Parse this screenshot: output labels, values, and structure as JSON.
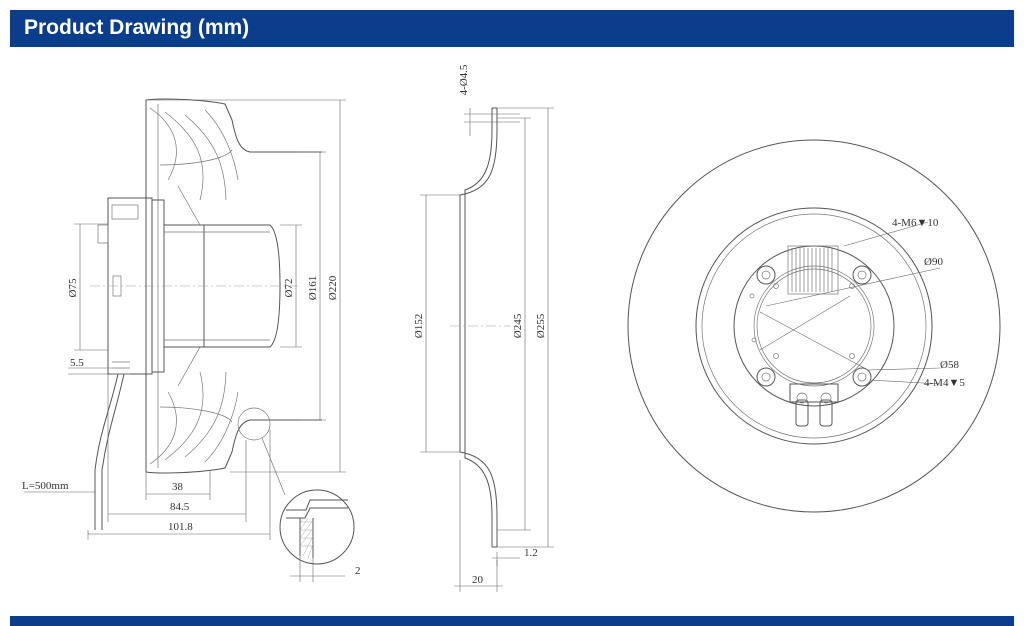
{
  "header": {
    "title": "Product Drawing (mm)"
  },
  "side_view": {
    "dims": {
      "d75": "Ø75",
      "d72": "Ø72",
      "d161": "Ø161",
      "d220": "Ø220",
      "h55": "5.5",
      "cable": "L=500mm",
      "w38": "38",
      "w845": "84.5",
      "w1018": "101.8",
      "detail2": "2"
    }
  },
  "profile_view": {
    "dims": {
      "holes": "4-Ø4.5",
      "d152": "Ø152",
      "d245": "Ø245",
      "d255": "Ø255",
      "t12": "1.2",
      "w20": "20"
    }
  },
  "front_view": {
    "dims": {
      "m6": "4-M6▼10",
      "d90": "Ø90",
      "d58": "Ø58",
      "m4": "4-M4▼5"
    }
  },
  "colors": {
    "banner": "#0a3d8c",
    "line": "#555555"
  }
}
